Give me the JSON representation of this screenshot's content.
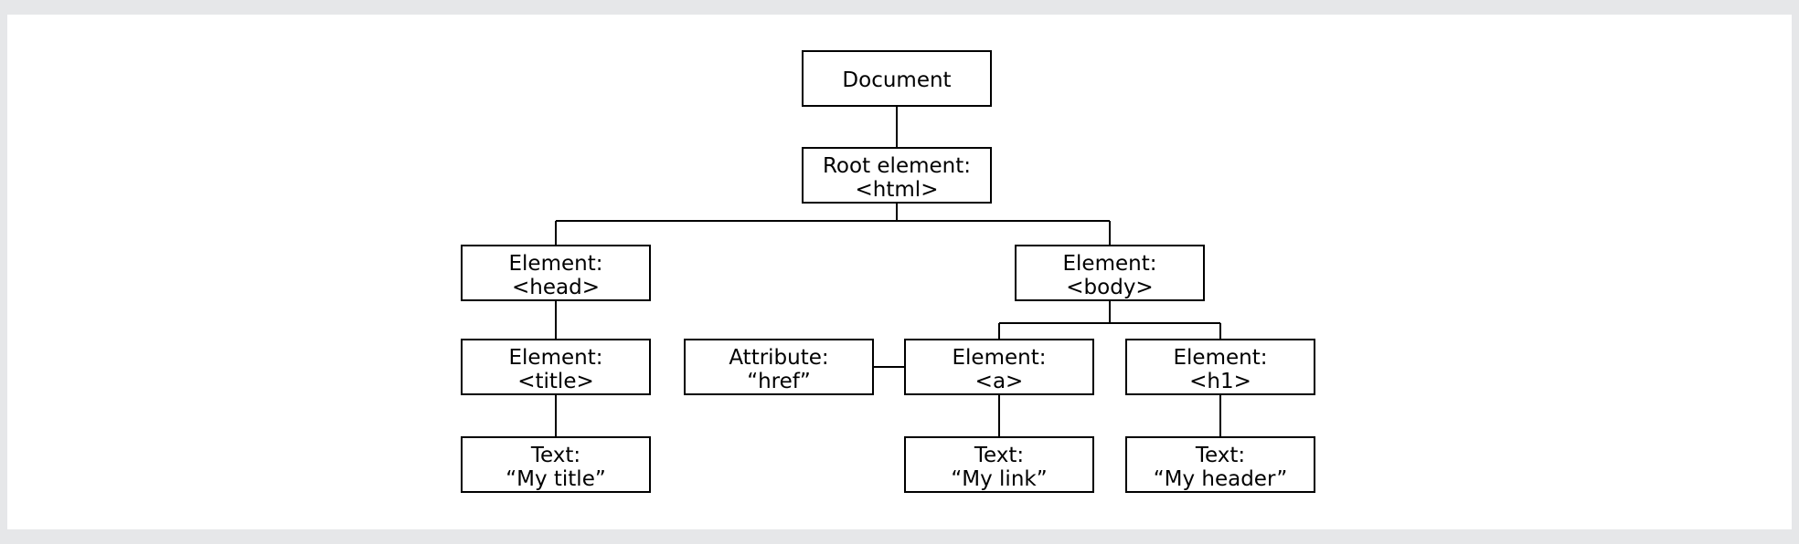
{
  "diagram": {
    "nodes": [
      {
        "id": "document",
        "lines": [
          "Document"
        ]
      },
      {
        "id": "root-html",
        "lines": [
          "Root element:",
          "<html>"
        ]
      },
      {
        "id": "head",
        "lines": [
          "Element:",
          "<head>"
        ]
      },
      {
        "id": "body",
        "lines": [
          "Element:",
          "<body>"
        ]
      },
      {
        "id": "title",
        "lines": [
          "Element:",
          "<title>"
        ]
      },
      {
        "id": "href-attr",
        "lines": [
          "Attribute:",
          "“href”"
        ]
      },
      {
        "id": "a",
        "lines": [
          "Element:",
          "<a>"
        ]
      },
      {
        "id": "h1",
        "lines": [
          "Element:",
          "<h1>"
        ]
      },
      {
        "id": "text-title",
        "lines": [
          "Text:",
          "“My title”"
        ]
      },
      {
        "id": "text-link",
        "lines": [
          "Text:",
          "“My link”"
        ]
      },
      {
        "id": "text-header",
        "lines": [
          "Text:",
          "“My header”"
        ]
      }
    ]
  }
}
